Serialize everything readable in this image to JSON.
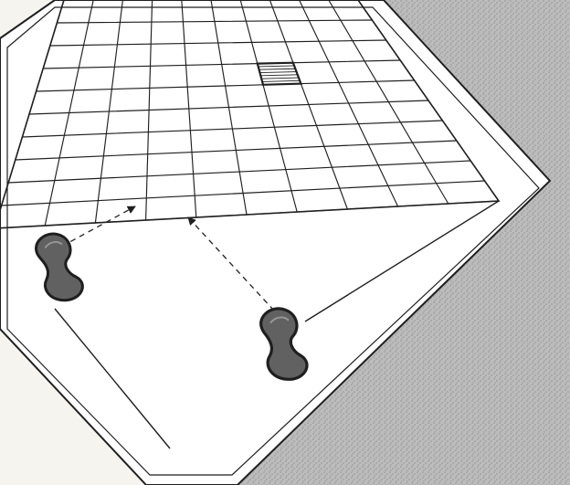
{
  "figure": {
    "kind": "perspective game board sketch",
    "colors": {
      "paper": "#f6f4ef",
      "ink": "#1f1f1f",
      "shadow": "#b9b9b9",
      "shadow_dot": "#8f8f8f",
      "board_fill": "#ffffff"
    },
    "grid": {
      "rows": 10,
      "cols": 10
    },
    "marked_cell": {
      "row": 3,
      "col": 6,
      "pattern": "hatched"
    },
    "pieces": [
      {
        "name": "left-piece",
        "shape": "peanut"
      },
      {
        "name": "bottom-piece",
        "shape": "peanut"
      }
    ],
    "arrows": [
      {
        "name": "arrow-to-target-left",
        "style": "dashed"
      },
      {
        "name": "arrow-to-target-bottom",
        "style": "dashed"
      }
    ],
    "shadow_style": "stippled"
  }
}
